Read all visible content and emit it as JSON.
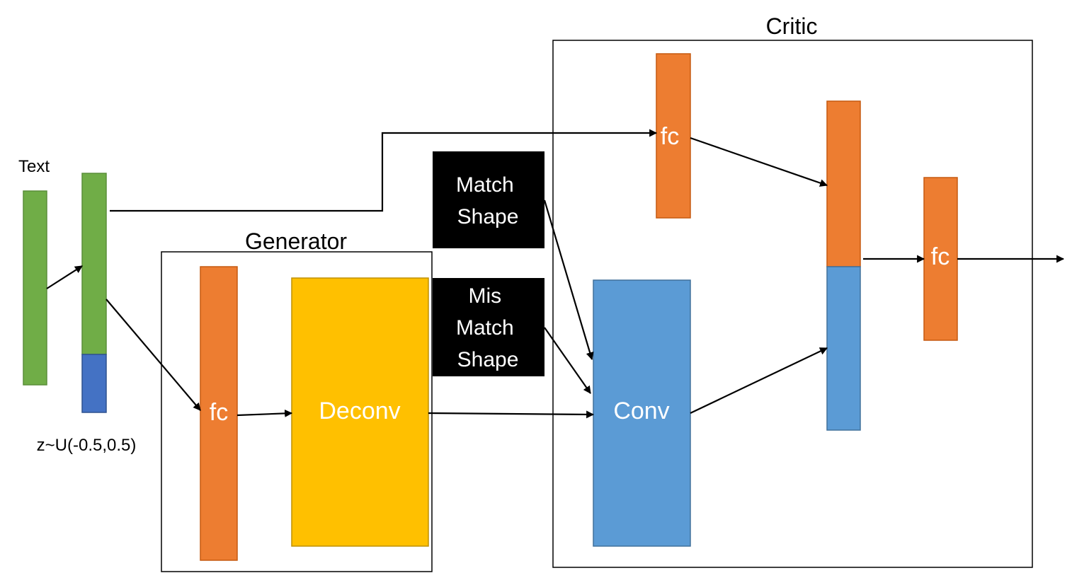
{
  "labels": {
    "text_input": "Text",
    "noise": "z~U(-0.5,0.5)",
    "generator": "Generator",
    "critic": "Critic",
    "gen_fc": "fc",
    "deconv": "Deconv",
    "critic_fc_top": "fc",
    "conv": "Conv",
    "critic_fc_out": "fc",
    "match_shape": [
      "Match",
      "Shape"
    ],
    "mismatch_shape": [
      "Mis",
      "Match",
      "Shape"
    ]
  },
  "colors": {
    "text_green": "#70AD47",
    "noise_blue": "#4472C4",
    "fc_orange": "#ED7D31",
    "deconv_yellow": "#FFC000",
    "conv_blue": "#5B9BD5",
    "shape_box_black": "#000000"
  }
}
